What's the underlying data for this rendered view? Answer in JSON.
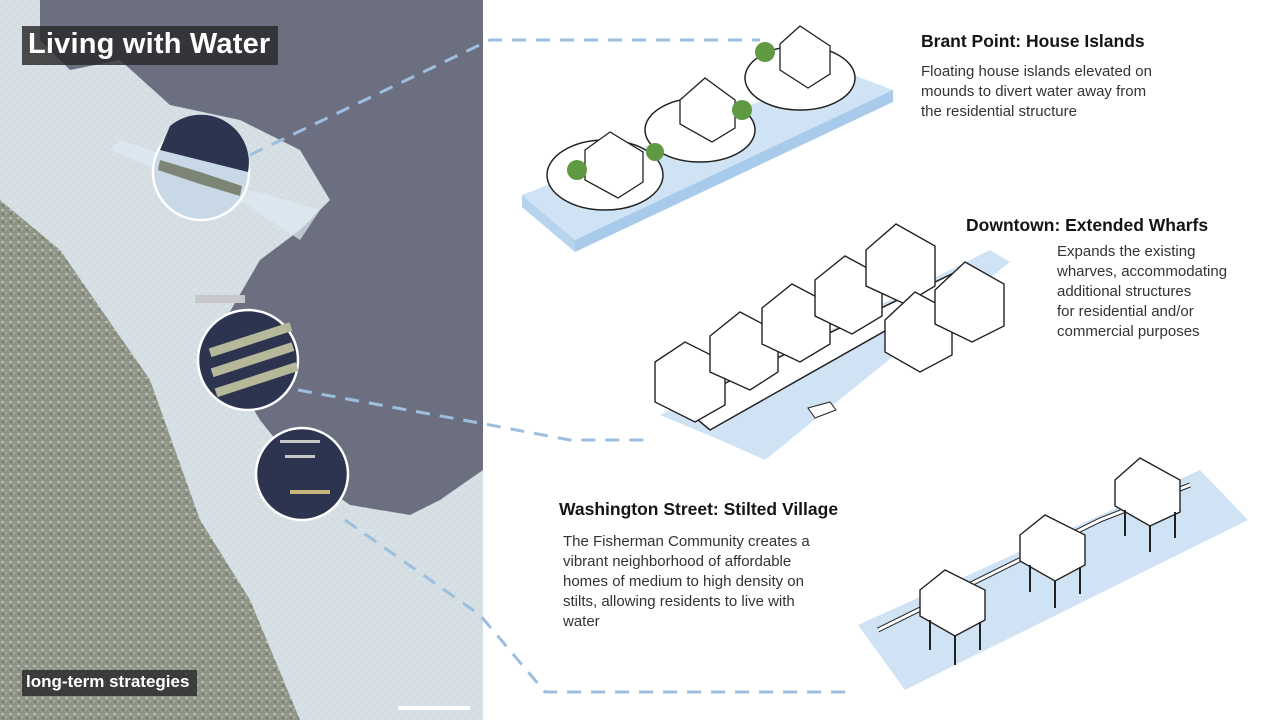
{
  "title": "Living with Water",
  "subtitle": "long-term strategies",
  "colors": {
    "water": "#6c6f80",
    "flood_overlay": "#dfe9f2",
    "leader_line": "#9dbfdf",
    "platform": "#cfe3f5"
  },
  "strategies": [
    {
      "heading": "Brant Point: House Islands",
      "description": "Floating house islands elevated on\nmounds to divert water away from\nthe residential structure"
    },
    {
      "heading": "Downtown: Extended Wharfs",
      "description": "Expands the existing\nwharves, accommodating\nadditional structures\nfor residential and/or\ncommercial purposes"
    },
    {
      "heading": "Washington Street: Stilted Village",
      "description": "The Fisherman Community creates a\nvibrant neighborhood of  affordable\nhomes of medium to high density on\nstilts, allowing residents to live with\nwater"
    }
  ]
}
